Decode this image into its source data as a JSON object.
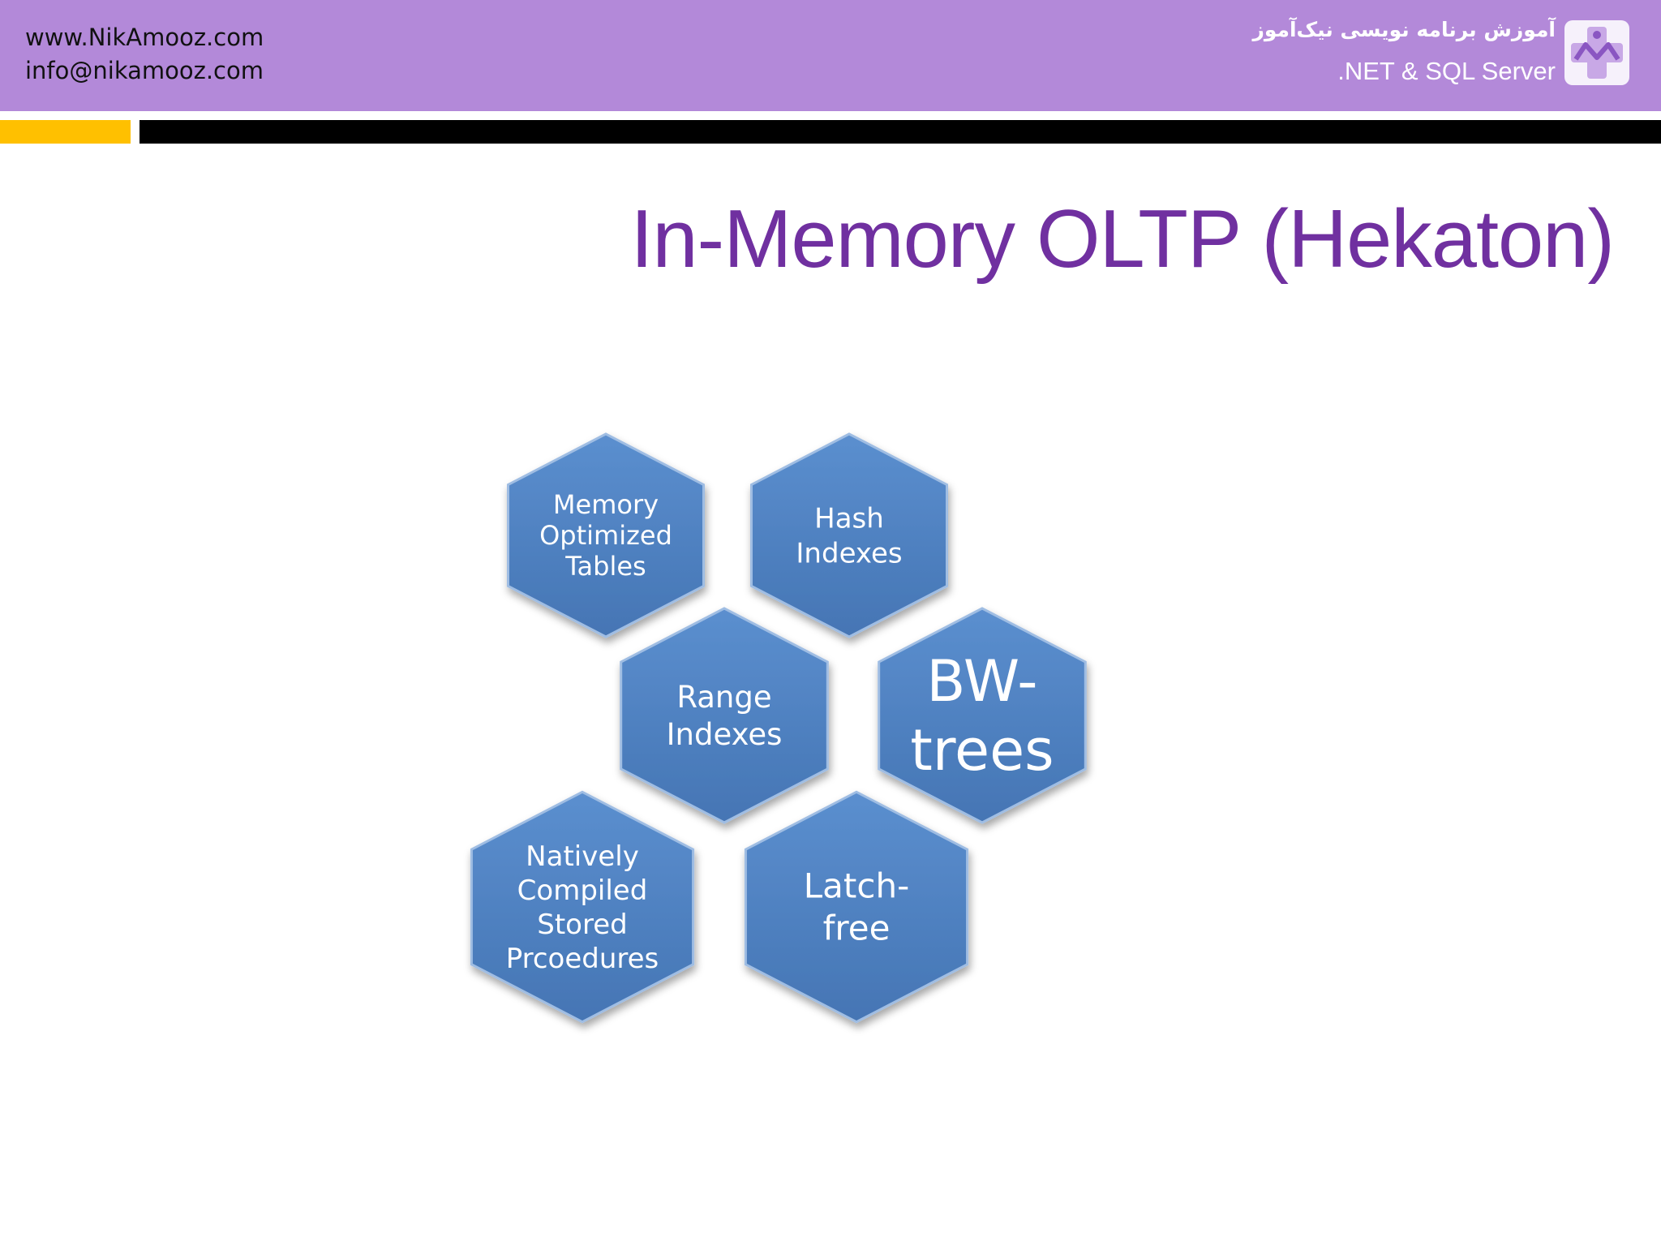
{
  "header": {
    "website": "www.NikAmooz.com",
    "email": "info@nikamooz.com",
    "brand_fa": "آموزش برنامه نویسی نیک‌آموز",
    "brand_en": ".NET & SQL Server",
    "logo_icon": "nikamooz-logo-icon"
  },
  "colors": {
    "header_band": "#b389d9",
    "accent_gold": "#ffc000",
    "accent_black": "#000000",
    "title": "#7030a0",
    "hex_fill": "#4f81bd"
  },
  "slide": {
    "title": "In-Memory OLTP (Hekaton)"
  },
  "diagram": {
    "hexagons": [
      {
        "lines": [
          "Memory",
          "Optimized",
          "Tables"
        ]
      },
      {
        "lines": [
          "Hash",
          "Indexes"
        ]
      },
      {
        "lines": [
          "Range",
          "Indexes"
        ]
      },
      {
        "lines": [
          "BW-",
          "trees"
        ]
      },
      {
        "lines": [
          "Natively",
          "Compiled",
          "Stored",
          "Prcoedures"
        ]
      },
      {
        "lines": [
          "Latch-",
          "free"
        ]
      }
    ]
  }
}
